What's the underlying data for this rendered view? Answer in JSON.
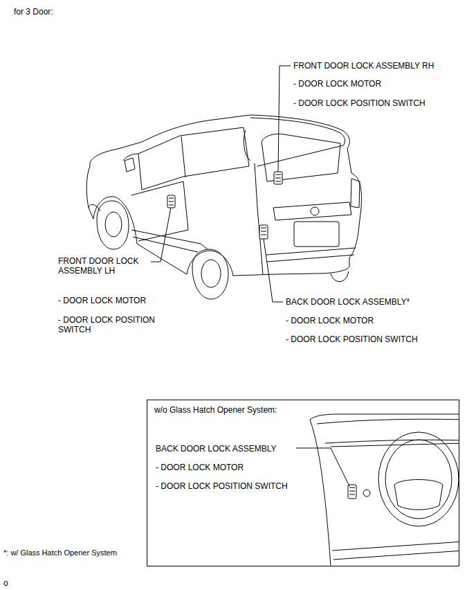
{
  "diagram": {
    "title": "for 3 Door:",
    "nodes": [
      {
        "text": [
          "w/o Glass Hatch Opener System:",
          "BACK DOOR LOCK ASSEMBLY",
          "- DOOR LOCK MOTOR",
          "- DOOR LOCK POSITION SWITCH"
        ]
      }
    ],
    "labels": [
      "FRONT DOOR LOCK ASSEMBLY RH",
      "- DOOR LOCK MOTOR",
      "- DOOR LOCK POSITION SWITCH",
      "FRONT DOOR LOCK ASSEMBLY LH",
      "- DOOR LOCK MOTOR",
      "- DOOR LOCK POSITION SWITCH",
      "BACK DOOR LOCK ASSEMBLY*",
      "- DOOR LOCK MOTOR",
      "- DOOR LOCK POSITION SWITCH",
      "*: w/ Glass Hatch Opener System",
      "o"
    ]
  }
}
